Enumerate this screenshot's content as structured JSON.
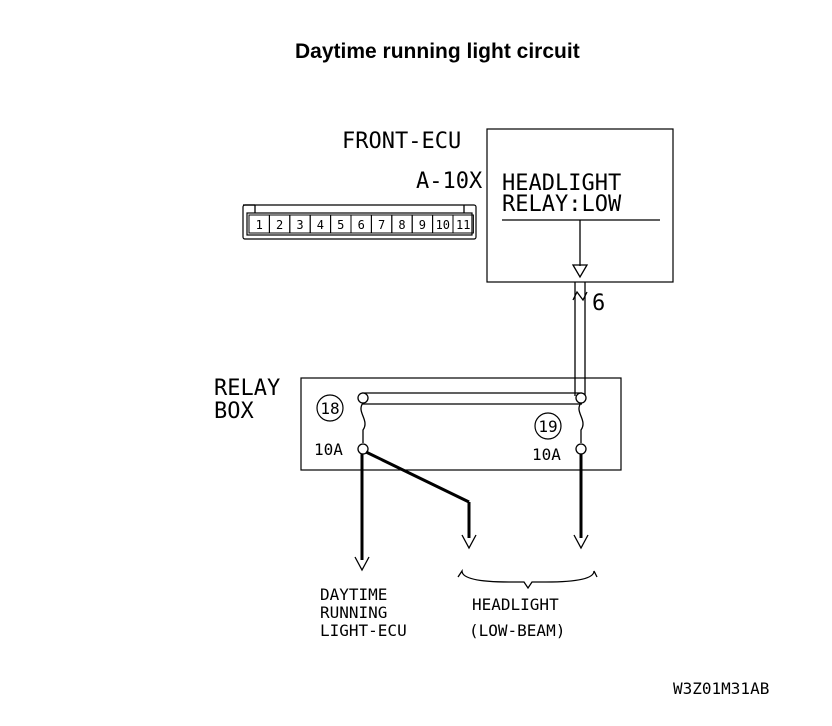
{
  "title": "Daytime running light circuit",
  "front_ecu": {
    "name": "FRONT-ECU",
    "connector_id": "A-10X",
    "connector_pins": [
      "1",
      "2",
      "3",
      "4",
      "5",
      "6",
      "7",
      "8",
      "9",
      "10",
      "11"
    ],
    "inner_label_line1": "HEADLIGHT",
    "inner_label_line2": "RELAY:LOW",
    "output_pin": "6"
  },
  "relay_box": {
    "label_line1": "RELAY",
    "label_line2": "BOX",
    "fuse_left_id": "18",
    "fuse_left_rating": "10A",
    "fuse_right_id": "19",
    "fuse_right_rating": "10A"
  },
  "outputs": {
    "drl_ecu_line1": "DAYTIME",
    "drl_ecu_line2": "RUNNING",
    "drl_ecu_line3": "LIGHT-ECU",
    "headlight_line1": "HEADLIGHT",
    "headlight_line2": "(LOW-BEAM)"
  },
  "figure_code": "W3Z01M31AB"
}
